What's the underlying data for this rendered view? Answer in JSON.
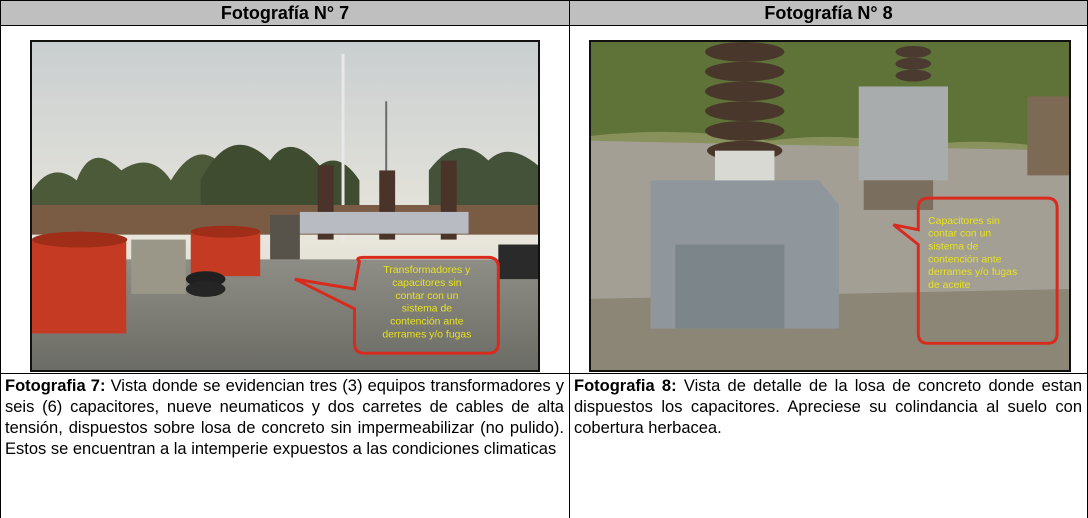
{
  "headers": {
    "left": "Fotografía N° 7",
    "right": "Fotografía N° 8"
  },
  "photo7": {
    "callout_lines": [
      "Transformadores y",
      "capacitores sin",
      "contar con un",
      "sistema de",
      "contención ante",
      "derrames y/o fugas"
    ]
  },
  "photo8": {
    "callout_lines": [
      "Capacitores sin",
      "contar con un",
      "sistema de",
      "contención ante",
      "derrames y/o fugas",
      "de aceite"
    ]
  },
  "captions": {
    "left_label": "Fotografia 7:",
    "left_text": " Vista donde se evidencian tres (3) equipos transformadores y seis (6) capacitores, nueve neumaticos y dos carretes de cables de alta tensión, dispuestos sobre losa de concreto sin impermeabilizar (no pulido). Estos se encuentran a la intemperie expuestos a las condiciones climaticas",
    "right_label": "Fotografia 8:",
    "right_text": " Vista de detalle de la losa de concreto donde estan dispuestos los capacitores. Apreciese su colindancia al suelo con cobertura herbacea."
  },
  "colors": {
    "header_bg": "#bfbfbf",
    "callout_border": "#d92a1e",
    "callout_text": "#e8e31a"
  }
}
